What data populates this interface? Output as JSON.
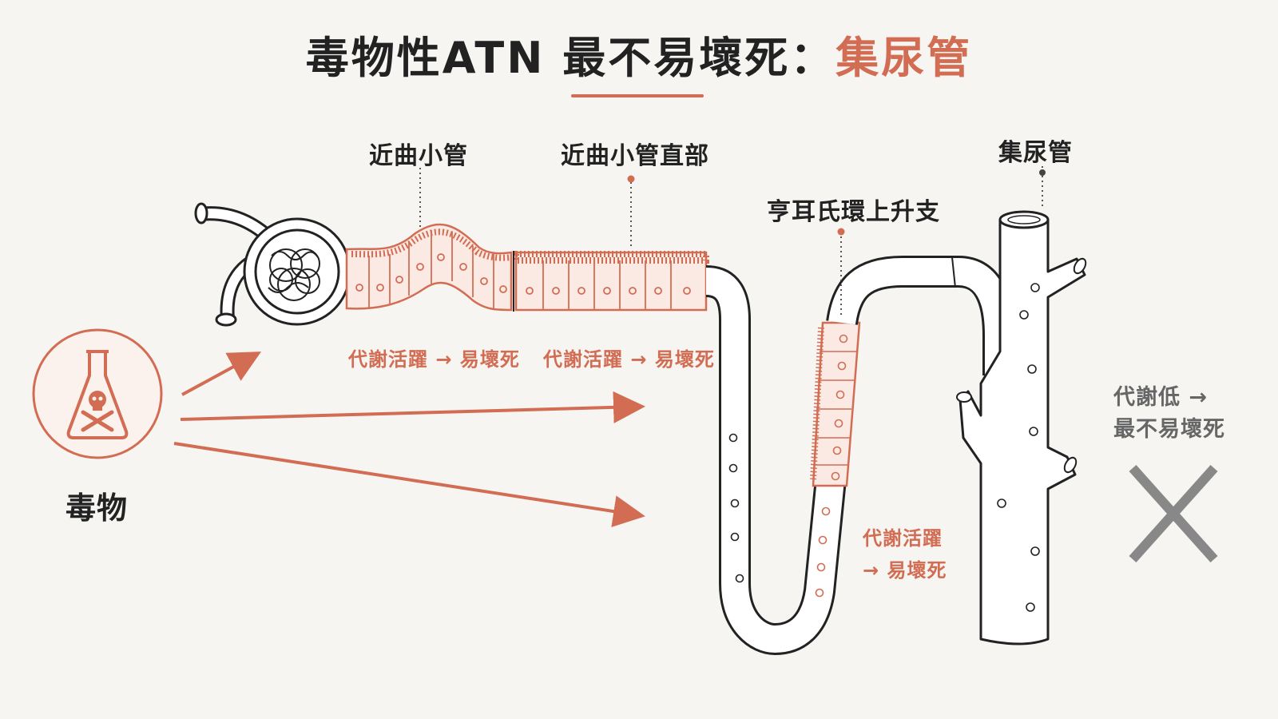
{
  "title": {
    "main": "毒物性ATN 最不易壞死：",
    "accent": "集尿管"
  },
  "colors": {
    "accent": "#d26d53",
    "ink": "#222222",
    "gray": "#8a8a8a",
    "background": "#f6f5f2"
  },
  "source": {
    "icon": "poison-flask-icon",
    "label": "毒物"
  },
  "segments": {
    "pct": {
      "label": "近曲小管",
      "note": "代謝活躍 → 易壞死"
    },
    "pst": {
      "label": "近曲小管直部",
      "note": "代謝活躍 → 易壞死"
    },
    "tal": {
      "label": "亨耳氏環上升支",
      "note_line1": "代謝活躍",
      "note_line2": "→ 易壞死"
    },
    "cd": {
      "label": "集尿管",
      "note_line1": "代謝低 →",
      "note_line2": "最不易壞死"
    }
  },
  "cd_icon": "gray-x-icon"
}
